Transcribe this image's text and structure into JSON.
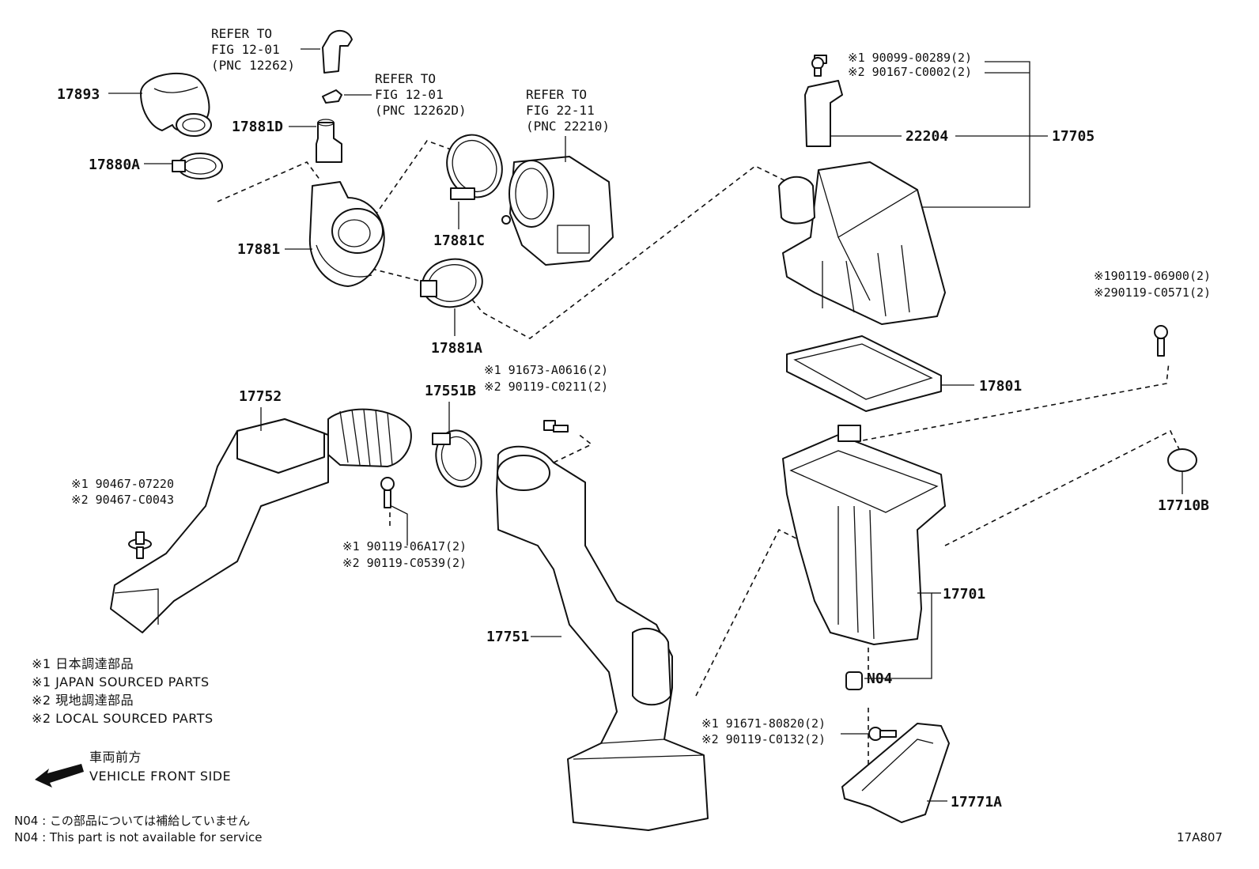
{
  "refs": {
    "fig12_01_a": [
      "REFER TO",
      "FIG 12-01",
      "(PNC 12262)"
    ],
    "fig12_01_b": [
      "REFER TO",
      "FIG 12-01",
      "(PNC 12262D)"
    ],
    "fig22_11": [
      "REFER TO",
      "FIG 22-11",
      "(PNC 22210)"
    ]
  },
  "parts": {
    "p17893": "17893",
    "p17881D": "17881D",
    "p17880A": "17880A",
    "p17881C": "17881C",
    "p17881": "17881",
    "p17881A": "17881A",
    "p22204": "22204",
    "p17705": "17705",
    "p17801": "17801",
    "p17752": "17752",
    "p17551B": "17551B",
    "p17710B": "17710B",
    "p17701": "17701",
    "p17751": "17751",
    "pN04": "N04",
    "p17771A": "17771A"
  },
  "fasteners": {
    "f17705_1": "※1 90099-00289(2)",
    "f17705_2": "※2 90167-C0002(2)",
    "fRight_1": "※190119-06900(2)",
    "fRight_2": "※290119-C0571(2)",
    "fMid_1": "※1 91673-A0616(2)",
    "fMid_2": "※2 90119-C0211(2)",
    "fLeft_1": "※1 90467-07220",
    "fLeft_2": "※2 90467-C0043",
    "fDuct_1": "※1 90119-06A17(2)",
    "fDuct_2": "※2 90119-C0539(2)",
    "fBracket_1": "※1 91671-80820(2)",
    "fBracket_2": "※2 90119-C0132(2)"
  },
  "legend": {
    "l1": "※1 日本調達部品",
    "l2": "※1 JAPAN SOURCED PARTS",
    "l3": "※2 現地調達部品",
    "l4": "※2 LOCAL SOURCED PARTS",
    "front_jp": "車両前方",
    "front_en": "VEHICLE FRONT SIDE"
  },
  "footnote": {
    "n1": "N04 : この部品については補給していません",
    "n2": "N04 : This part is not available for service"
  },
  "figure_id": "17A807"
}
